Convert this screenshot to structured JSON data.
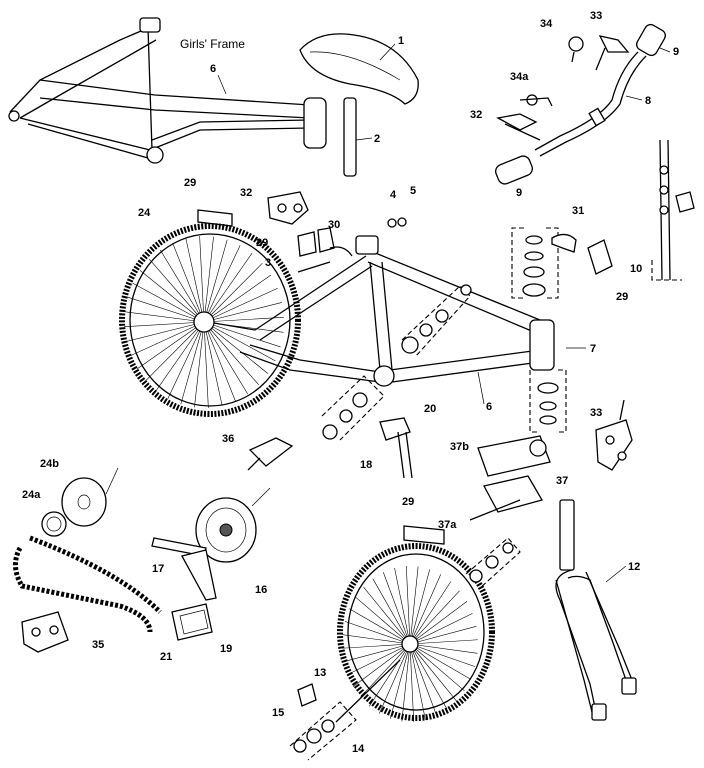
{
  "title": "Girls' Frame",
  "icons": {
    "saddle": "seat-icon",
    "wheel": "spoked-wheel-icon",
    "chain": "chain-icon",
    "crank": "crank-arm-icon",
    "pedal": "pedal-icon",
    "fork": "fork-icon",
    "caliper": "caliper-brake-icon"
  },
  "labels": {
    "l1": "1",
    "l2": "2",
    "l3": "3",
    "l4": "4",
    "l5": "5",
    "l6a": "6",
    "l6b": "6",
    "l7": "7",
    "l8": "8",
    "l9a": "9",
    "l9b": "9",
    "l10": "10",
    "l12": "12",
    "l13": "13",
    "l14": "14",
    "l15": "15",
    "l16": "16",
    "l17": "17",
    "l18": "18",
    "l19": "19",
    "l20": "20",
    "l21": "21",
    "l24a": "24",
    "l24b": "24a",
    "l24c": "24b",
    "l29a": "29",
    "l29b": "29",
    "l29c": "29",
    "l29d": "29",
    "l30": "30",
    "l31": "31",
    "l32a": "32",
    "l32b": "32",
    "l33a": "33",
    "l33b": "33",
    "l34": "34",
    "l34a": "34a",
    "l35": "35",
    "l36": "36",
    "l37": "37",
    "l37a": "37a",
    "l37b": "37b"
  }
}
